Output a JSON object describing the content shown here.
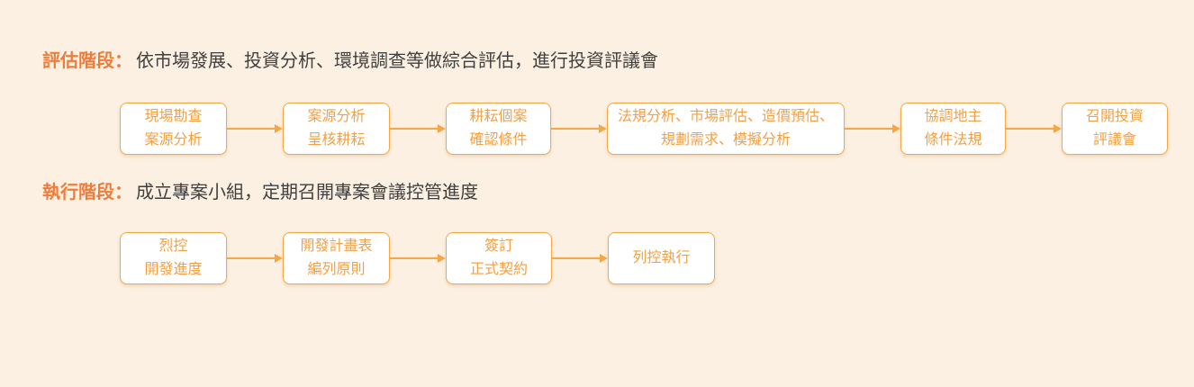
{
  "colors": {
    "background": "#FBF0E2",
    "heading_orange": "#EE7D3C",
    "box_border_orange": "#F5A745",
    "box_text_orange": "#F3A043",
    "box_fill": "#FFFFFF",
    "description_text": "#3F3F3F"
  },
  "phases": [
    {
      "id": "evaluation",
      "title": "評估階段：",
      "description": "依市場發展、投資分析、環境調查等做綜合評估，進行投資評議會",
      "steps": [
        {
          "lines": [
            "現場勘查",
            "案源分析"
          ]
        },
        {
          "lines": [
            "案源分析",
            "呈核耕耘"
          ]
        },
        {
          "lines": [
            "耕耘個案",
            "確認條件"
          ]
        },
        {
          "lines": [
            "法規分析、市場評估、造價預估、",
            "規劃需求、模擬分析"
          ]
        },
        {
          "lines": [
            "協調地主",
            "條件法規"
          ]
        },
        {
          "lines": [
            "召開投資",
            "評議會"
          ]
        }
      ]
    },
    {
      "id": "execution",
      "title": "執行階段：",
      "description": "成立專案小組，定期召開專案會議控管進度",
      "steps": [
        {
          "lines": [
            "烈控",
            "開發進度"
          ]
        },
        {
          "lines": [
            "開發計畫表",
            "編列原則"
          ]
        },
        {
          "lines": [
            "簽訂",
            "正式契約"
          ]
        },
        {
          "lines": [
            "列控執行"
          ]
        }
      ]
    }
  ]
}
